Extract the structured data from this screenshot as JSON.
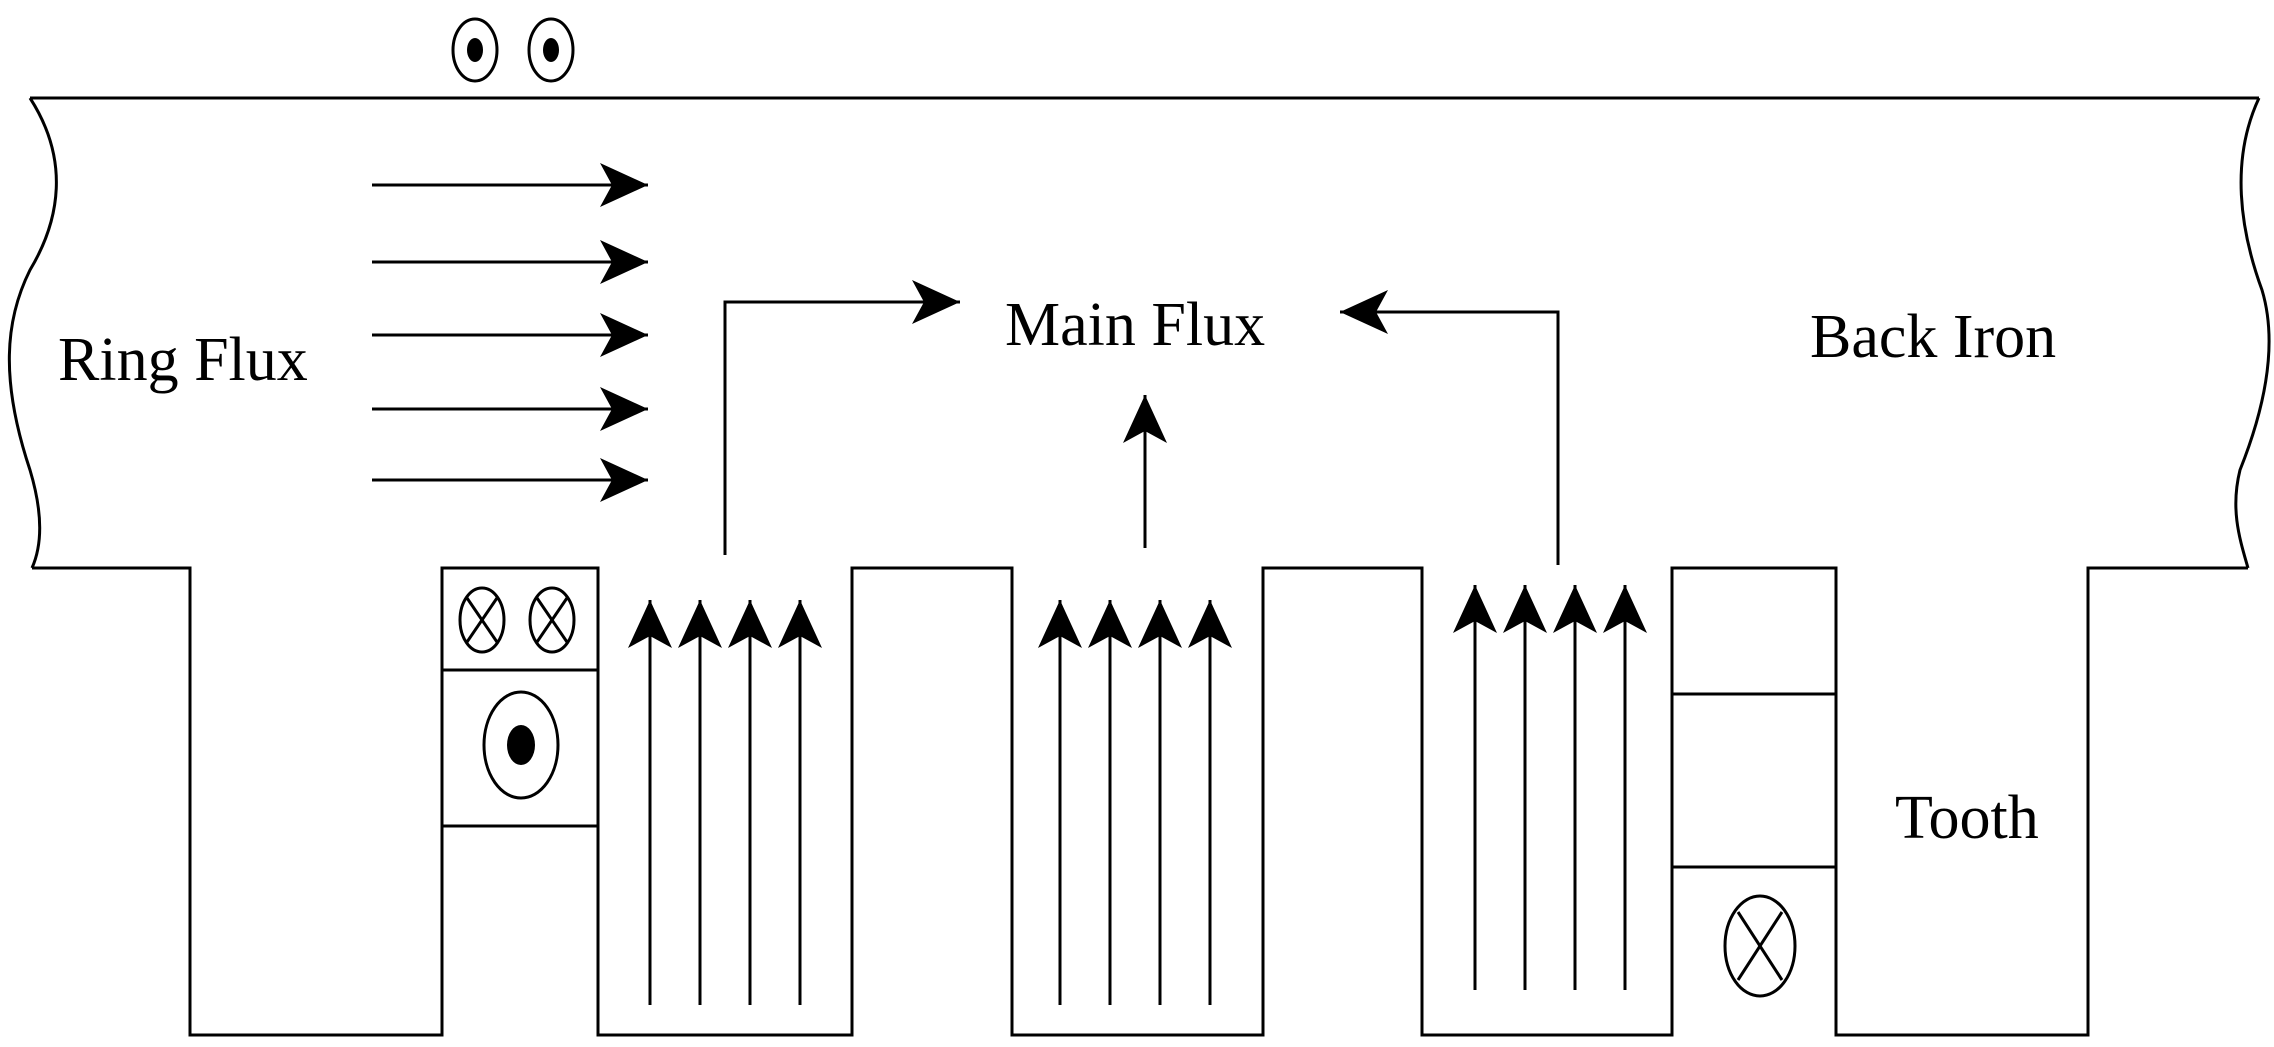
{
  "labels": {
    "ring_flux": "Ring Flux",
    "main_flux": "Main Flux",
    "back_iron": "Back Iron",
    "tooth": "Tooth"
  },
  "colors": {
    "stroke": "#000000",
    "background": "#ffffff"
  },
  "symbols": {
    "current_out": "dot-in-circle",
    "current_in": "cross-in-circle"
  }
}
